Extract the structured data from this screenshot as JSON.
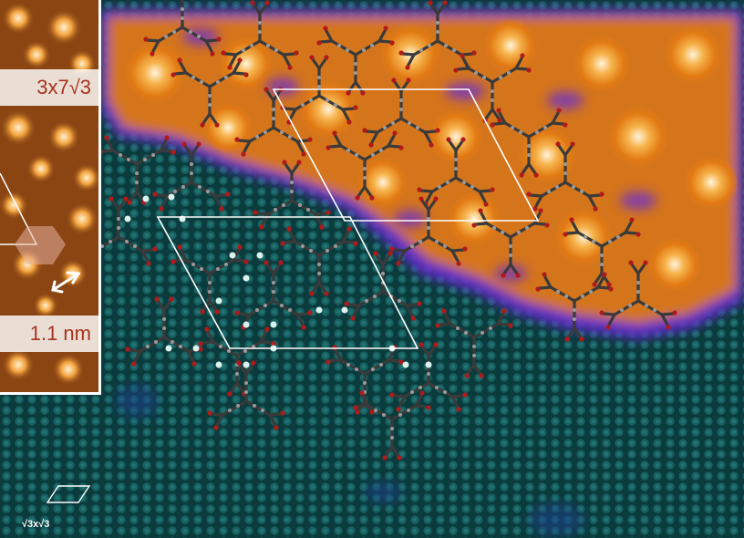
{
  "labels": {
    "superstructure": "3x7√3",
    "scale_bar": "1.1 nm",
    "substrate_cell": "√3x√3"
  },
  "colors": {
    "substrate": "#0e4b4d",
    "overlayer_orange": "#e8841a",
    "overlayer_violet": "#6a2fd0",
    "highlight": "#fff2d6",
    "unit_cell_line": "#ffffff",
    "label_text": "#a6331f",
    "molecule_carbon": "#3a3a3a",
    "molecule_oxygen": "#b01a1a"
  },
  "icons": {
    "double_arrow": "double-arrow-icon",
    "hexagon": "hexagon-icon"
  }
}
